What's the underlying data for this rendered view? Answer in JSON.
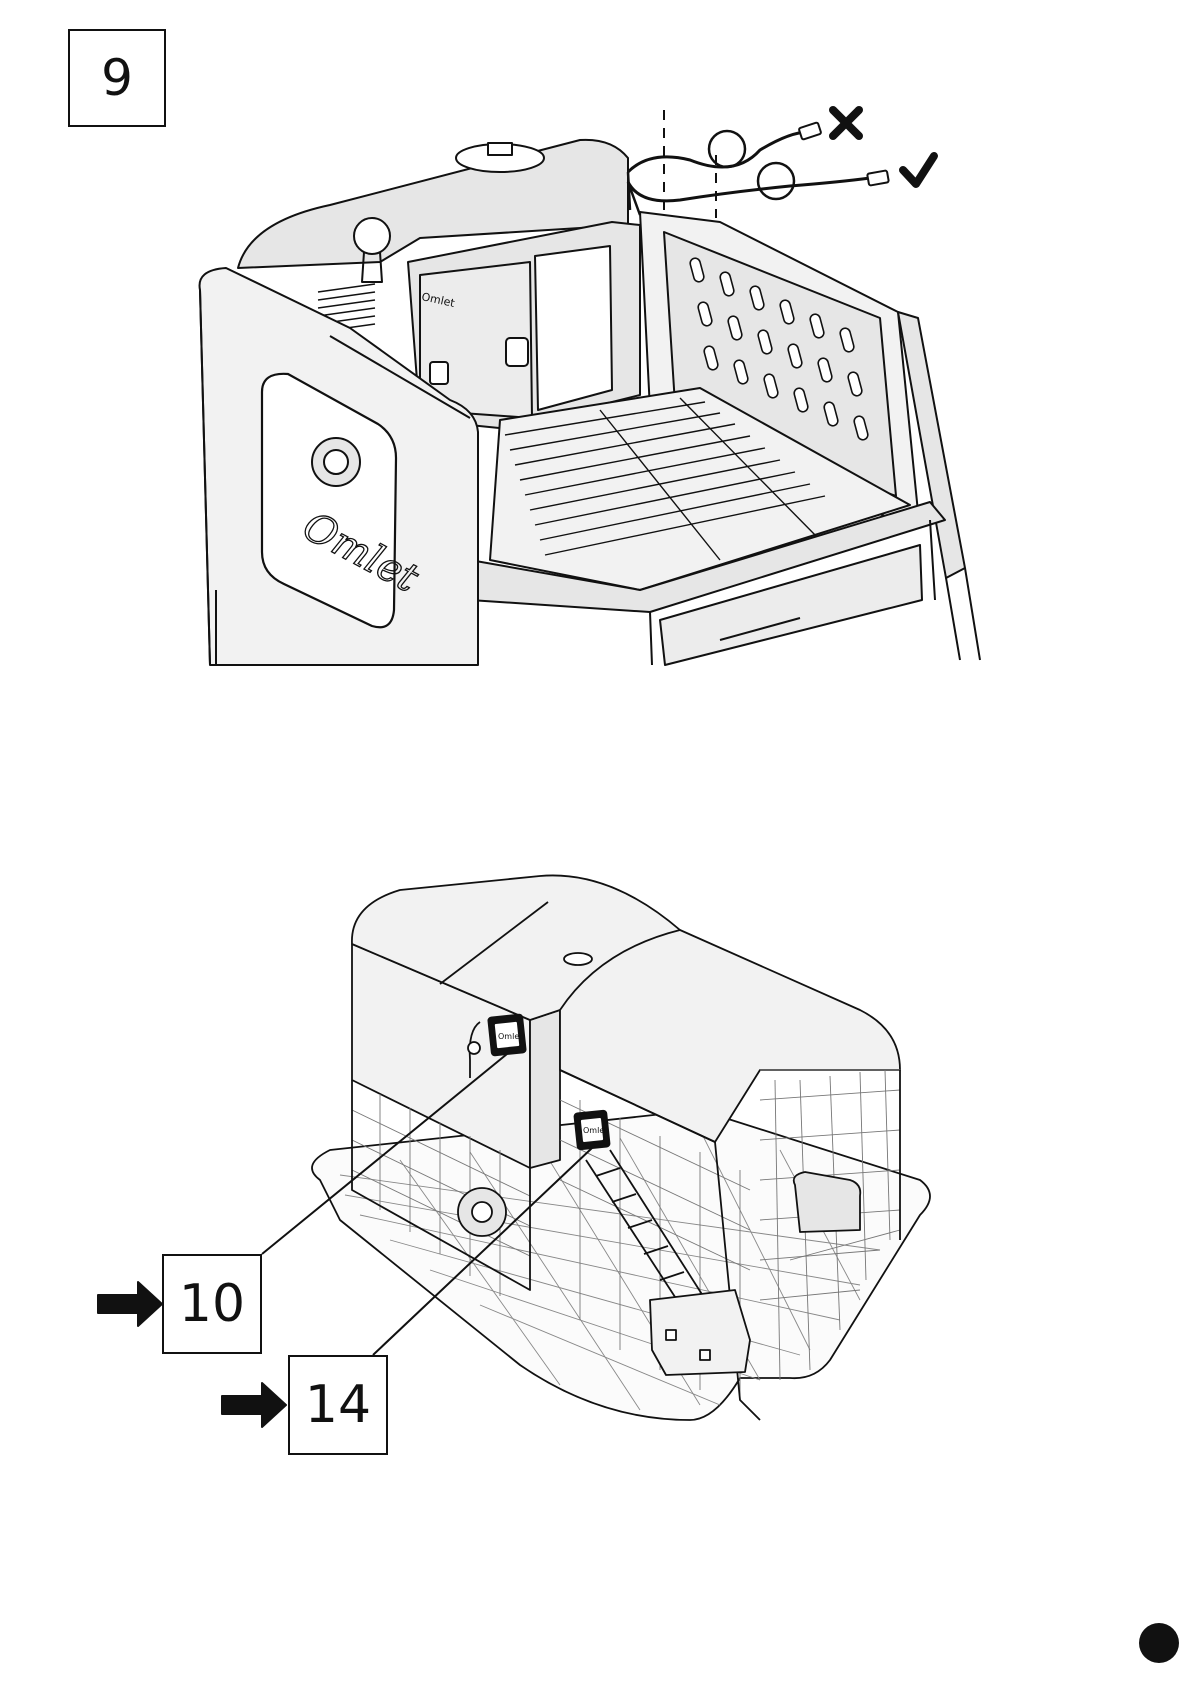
{
  "step": {
    "number": "9"
  },
  "top_figure": {
    "brand_on_door": "Omlet",
    "brand_on_nestbox": "Omlet",
    "wrong_icon": "cross-icon",
    "correct_icon": "check-icon"
  },
  "bottom_figure": {
    "callouts": [
      {
        "arrow_icon": "arrow-right-icon",
        "label": "10"
      },
      {
        "arrow_icon": "arrow-right-icon",
        "label": "14"
      }
    ],
    "device_logo": "Omlet"
  },
  "colors": {
    "line": "#111111",
    "panel_fill": "#e6e6e6",
    "light_fill": "#f2f2f2"
  }
}
